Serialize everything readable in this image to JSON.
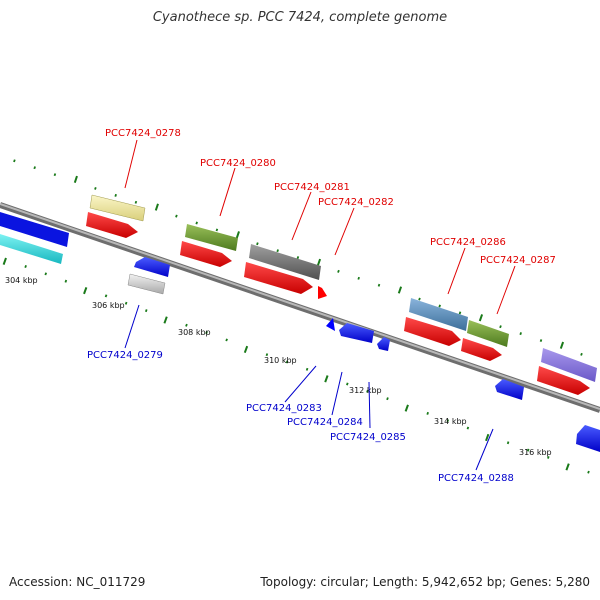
{
  "title": "Cyanothece sp. PCC 7424, complete genome",
  "footer": {
    "accession": "Accession: NC_011729",
    "topology": "Topology: circular; Length: 5,942,652 bp; Genes: 5,280"
  },
  "ticks": [
    "304 kbp",
    "306 kbp",
    "308 kbp",
    "310 kbp",
    "312 kbp",
    "314 kbp",
    "316 kbp"
  ],
  "labels_top": [
    "PCC7424_0278",
    "PCC7424_0280",
    "PCC7424_0281",
    "PCC7424_0282",
    "PCC7424_0286",
    "PCC7424_0287"
  ],
  "labels_bottom": [
    "PCC7424_0279",
    "PCC7424_0283",
    "PCC7424_0284",
    "PCC7424_0285",
    "PCC7424_0288"
  ],
  "colors": {
    "forward_label": "#e00000",
    "reverse_label": "#0000cc",
    "cds_forward": "#ff0000",
    "cds_reverse": "#0000ff",
    "backbone": "#8a8a8a",
    "tick": "#1a7a1a"
  }
}
